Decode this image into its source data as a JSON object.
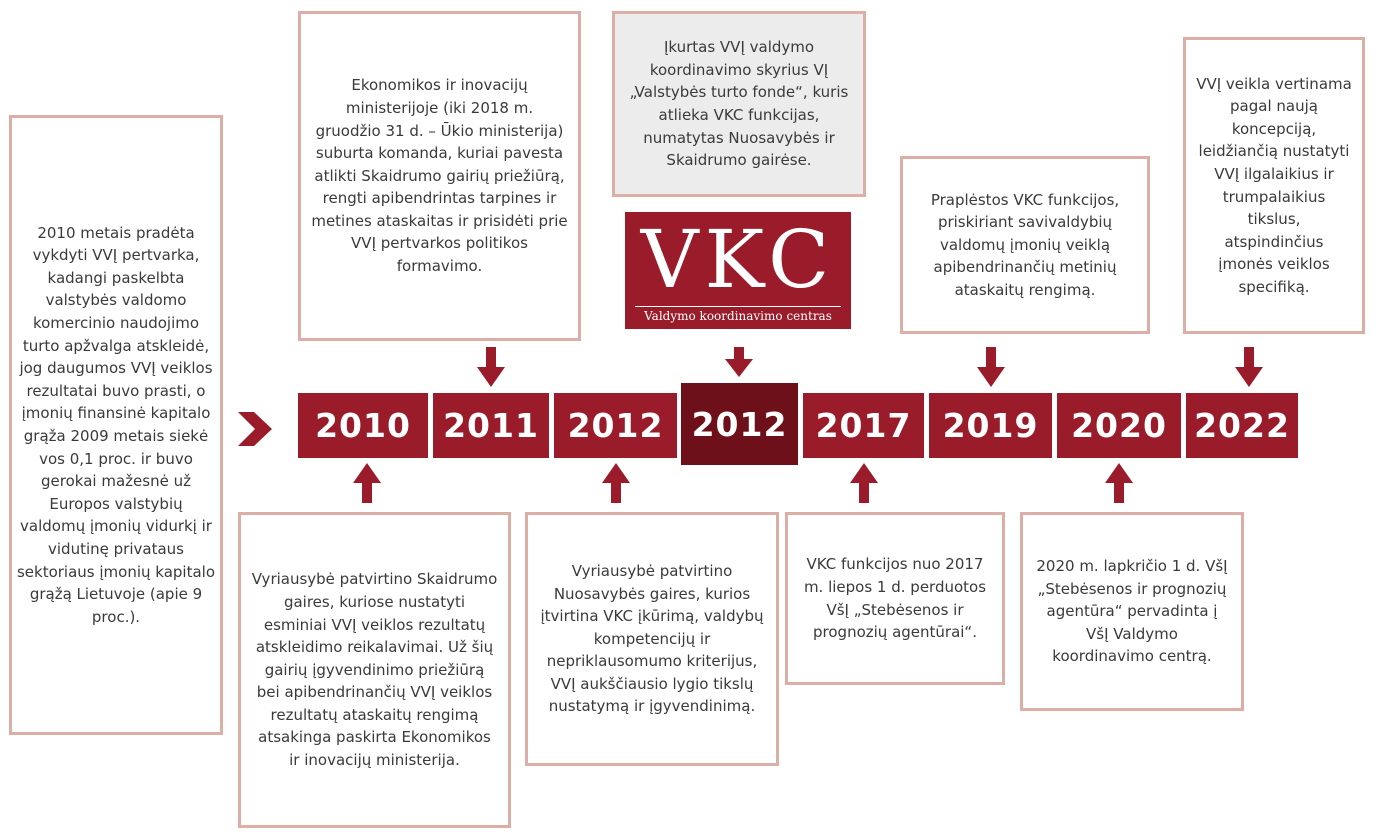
{
  "logo": {
    "letters": "VKC",
    "subtitle": "Valdymo koordinavimo centras"
  },
  "years": [
    "2010",
    "2011",
    "2012",
    "2012",
    "2017",
    "2019",
    "2020",
    "2022"
  ],
  "boxes": {
    "left_2010": "2010 metais pradėta vykdyti VVĮ pertvarka, kadangi paskelbta valstybės valdomo komercinio naudojimo turto apžvalga atskleidė, jog daugumos VVĮ veiklos rezultatai buvo prasti, o įmonių finansinė kapitalo grąža 2009 metais siekė vos 0,1 proc. ir buvo gerokai mažesnė už Europos valstybių valdomų įmonių vidurkį ir vidutinę privataus sektoriaus įmonių kapitalo grąžą Lietuvoje (apie 9 proc.).",
    "top_2011": "Ekonomikos ir inovacijų ministerijoje (iki 2018 m. gruodžio 31 d. – Ūkio ministerija) suburta komanda, kuriai pavesta atlikti Skaidrumo gairių priežiūrą, rengti apibendrintas tarpines ir metines ataskaitas ir prisidėti prie VVĮ pertvarkos politikos formavimo.",
    "top_2012": "Įkurtas VVĮ valdymo koordinavimo skyrius VĮ „Valstybės turto fonde“, kuris atlieka VKC funkcijas, numatytas Nuosavybės ir Skaidrumo gairėse.",
    "top_2019": "Praplėstos VKC funkcijos, priskiriant savivaldybių valdomų įmonių veiklą apibendrinančių metinių ataskaitų rengimą.",
    "top_2022": "VVĮ veikla vertinama pagal naują koncepciją, leidžiančią nustatyti VVĮ ilgalaikius ir trumpalaikius tikslus, atspindinčius įmonės veiklos specifiką.",
    "bottom_2010": "Vyriausybė patvirtino Skaidrumo gaires, kuriose nustatyti esminiai VVĮ veiklos rezultatų atskleidimo reikalavimai. Už šių gairių įgyvendinimo priežiūrą bei apibendrinančių VVĮ veiklos rezultatų ataskaitų rengimą atsakinga paskirta Ekonomikos ir inovacijų ministerija.",
    "bottom_2012": "Vyriausybė patvirtino Nuosavybės gaires, kurios įtvirtina VKC įkūrimą, valdybų kompetencijų ir nepriklausomumo kriterijus, VVĮ aukščiausio lygio tikslų nustatymą ir įgyvendinimą.",
    "bottom_2017": "VKC funkcijos nuo 2017 m. liepos 1 d. perduotos VšĮ „Stebėsenos ir prognozių agentūrai“.",
    "bottom_2020": "2020 m. lapkričio 1 d. VšĮ „Stebėsenos ir prognozių agentūra“ pervadinta į VšĮ Valdymo koordinavimo centrą."
  },
  "colors": {
    "year_bg": "#9a1c2a",
    "year_highlight_bg": "#6e1019",
    "box_border": "#dcaea6",
    "highlight_box_bg": "#ececec",
    "arrow": "#9a1c2a"
  }
}
